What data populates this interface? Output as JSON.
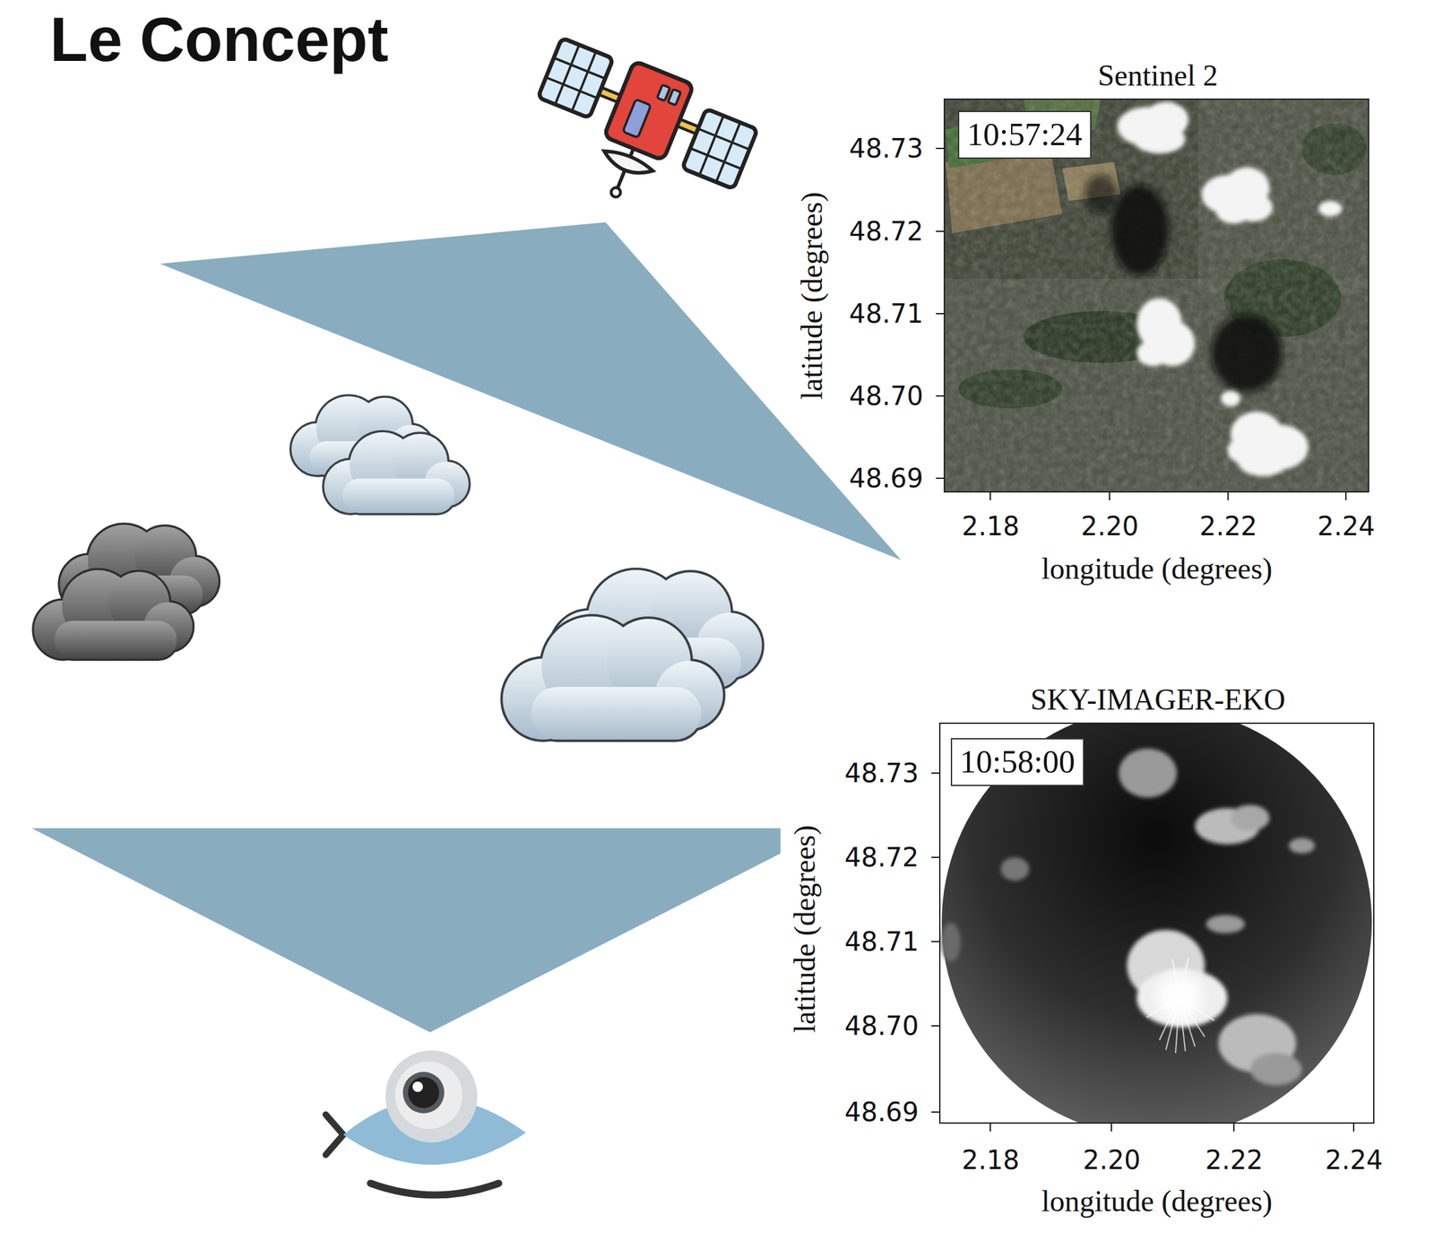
{
  "diagram": {
    "title": "Le Concept",
    "nodes": [
      {
        "text": [
          "Sentinel 2"
        ]
      },
      {
        "text": [
          "10:57:24"
        ],
        "in": 0
      },
      {
        "text": [
          "SKY-IMAGER-EKO"
        ]
      },
      {
        "text": [
          "10:58:00"
        ],
        "in": 2
      }
    ],
    "labels": [
      "48.73",
      "48.72",
      "48.71",
      "48.70",
      "48.69",
      "2.18",
      "2.20",
      "2.22",
      "2.24",
      "longitude (degrees)",
      "latitude (degrees)",
      "48.73",
      "48.72",
      "48.71",
      "48.70",
      "48.69",
      "2.18",
      "2.20",
      "2.22",
      "2.24",
      "longitude (degrees)",
      "latitude (degrees)"
    ]
  }
}
